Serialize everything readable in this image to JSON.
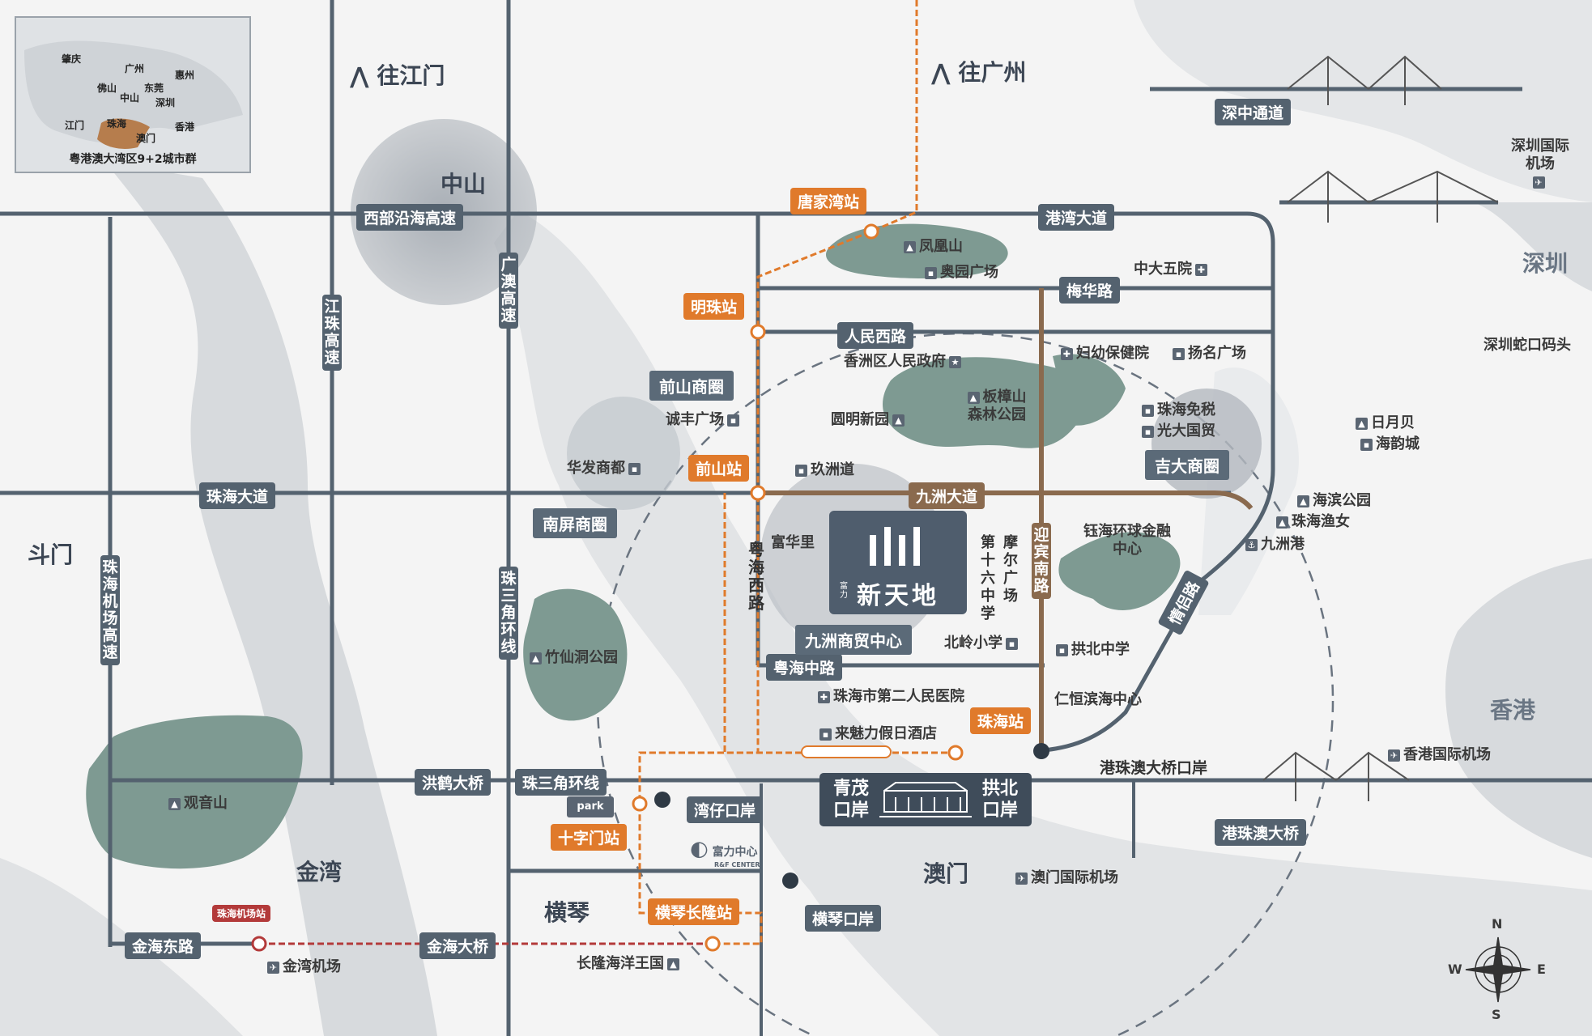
{
  "inset_map": {
    "cities": [
      "肇庆",
      "广州",
      "惠州",
      "佛山",
      "东莞",
      "中山",
      "深圳",
      "江门",
      "珠海",
      "香港",
      "澳门"
    ],
    "caption": "粤港澳大湾区9+2城市群"
  },
  "directions": {
    "jiangmen": "往江门",
    "guangzhou": "往广州"
  },
  "regions": {
    "zhongshan": "中山",
    "doumen": "斗门",
    "jinwan": "金湾",
    "hengqin": "横琴",
    "macau": "澳门",
    "shenzhen": "深圳",
    "hongkong": "香港"
  },
  "roads": {
    "xibu": "西部沿海高速",
    "gangwan": "港湾大道",
    "meihua": "梅华路",
    "renmin_w": "人民西路",
    "zhuhai_ave": "珠海大道",
    "jiuzhou_ave": "九洲大道",
    "honghe": "洪鹤大桥",
    "zhusanjiao": "珠三角环线",
    "jinhai_e": "金海东路",
    "jinhai_br": "金海大桥",
    "yuehai_c": "粤海中路",
    "hzmb_port": "港珠澳大桥口岸",
    "shenzhong": "深中通道",
    "hzmb": "港珠澳大桥"
  },
  "vertical_roads": {
    "jiangzhu": "江珠高速",
    "guangao": "广澳高速",
    "zhusanjiao_v": "珠三角环线",
    "zhuhai_airport_hw": "珠海机场高速",
    "yuehai_w": "粤海西路",
    "yingbin": "迎宾南路",
    "qinglv": "情侣路"
  },
  "stations": {
    "tangjiawan": "唐家湾站",
    "mingzhu": "明珠站",
    "qianshan": "前山站",
    "zhuhai": "珠海站",
    "shizimen": "十字门站",
    "hengqin_cl": "横琴长隆站",
    "airport": "珠海机场站"
  },
  "districts": {
    "qianshan": "前山商圈",
    "nanping": "南屏商圈",
    "jida": "吉大商圈",
    "jiuzhou_trade": "九洲商贸中心"
  },
  "pois": {
    "fenghuang": "凤凰山",
    "aoyuan": "奥园广场",
    "zhongda5": "中大五院",
    "xiangzhou_gov": "香洲区人民政府",
    "fuyou": "妇幼保健院",
    "yangming": "扬名广场",
    "chengfeng": "诚丰广场",
    "yuanming": "圆明新园",
    "banzhangshan": "板樟山森林公园",
    "duty_free": "珠海免税",
    "everbright": "光大国贸",
    "huafa": "华发商都",
    "jiuzhoudao": "玖洲道",
    "fuhuali": "富华里",
    "school16": "第十六中学",
    "moer": "摩尔广场",
    "yuhai": "钰海环球金融中心",
    "haibin": "海滨公园",
    "yunv": "珠海渔女",
    "jiuzhougang": "九洲港",
    "riyuebei": "日月贝",
    "haiyun": "海韵城",
    "beiling": "北岭小学",
    "gongbei_school": "拱北中学",
    "zhuxian": "竹仙洞公园",
    "hospital2": "珠海市第二人民医院",
    "renheng": "仁恒滨海中心",
    "holidayinn": "来魅力假日酒店",
    "guanyin": "观音山",
    "wanzai": "湾仔口岸",
    "hengqin_port": "横琴口岸",
    "chimelong": "长隆海洋王国",
    "jinwan_airport": "金湾机场",
    "macau_airport": "澳门国际机场",
    "hk_airport": "香港国际机场",
    "sz_airport": "深圳国际机场",
    "shekou": "深圳蛇口码头",
    "ufc": "富力中心",
    "ufc_en": "R&F CENTER",
    "upark": "park"
  },
  "ports": {
    "qingmao": "青茂口岸",
    "gongbei": "拱北口岸"
  },
  "project": {
    "name": "新天地",
    "brand": "富力"
  },
  "colors": {
    "road": "#54626f",
    "metro": "#e07a2b",
    "district": "#5b6a78",
    "green": "#7e9a92",
    "brown": "#8a6a4e"
  }
}
